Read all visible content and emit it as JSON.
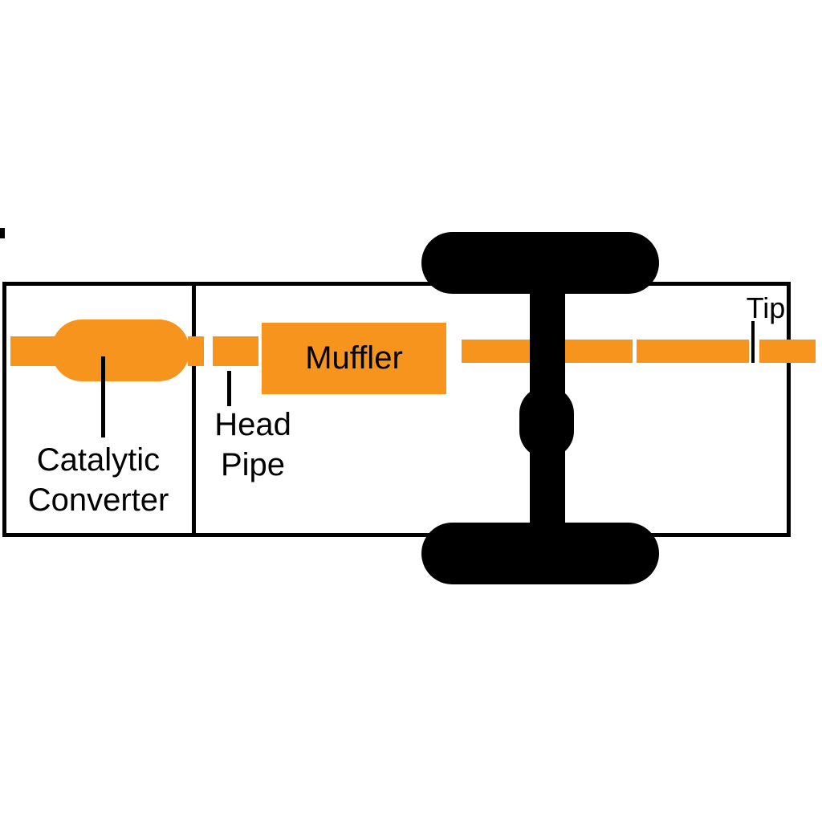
{
  "diagram": {
    "labels": {
      "muffler": "Muffler",
      "tip": "Tip",
      "head_pipe_line1": "Head",
      "head_pipe_line2": "Pipe",
      "catalytic_line1": "Catalytic",
      "catalytic_line2": "Converter"
    },
    "colors": {
      "pipe_orange": "#F7941E",
      "line_black": "#000000",
      "background": "#FFFFFF"
    }
  }
}
